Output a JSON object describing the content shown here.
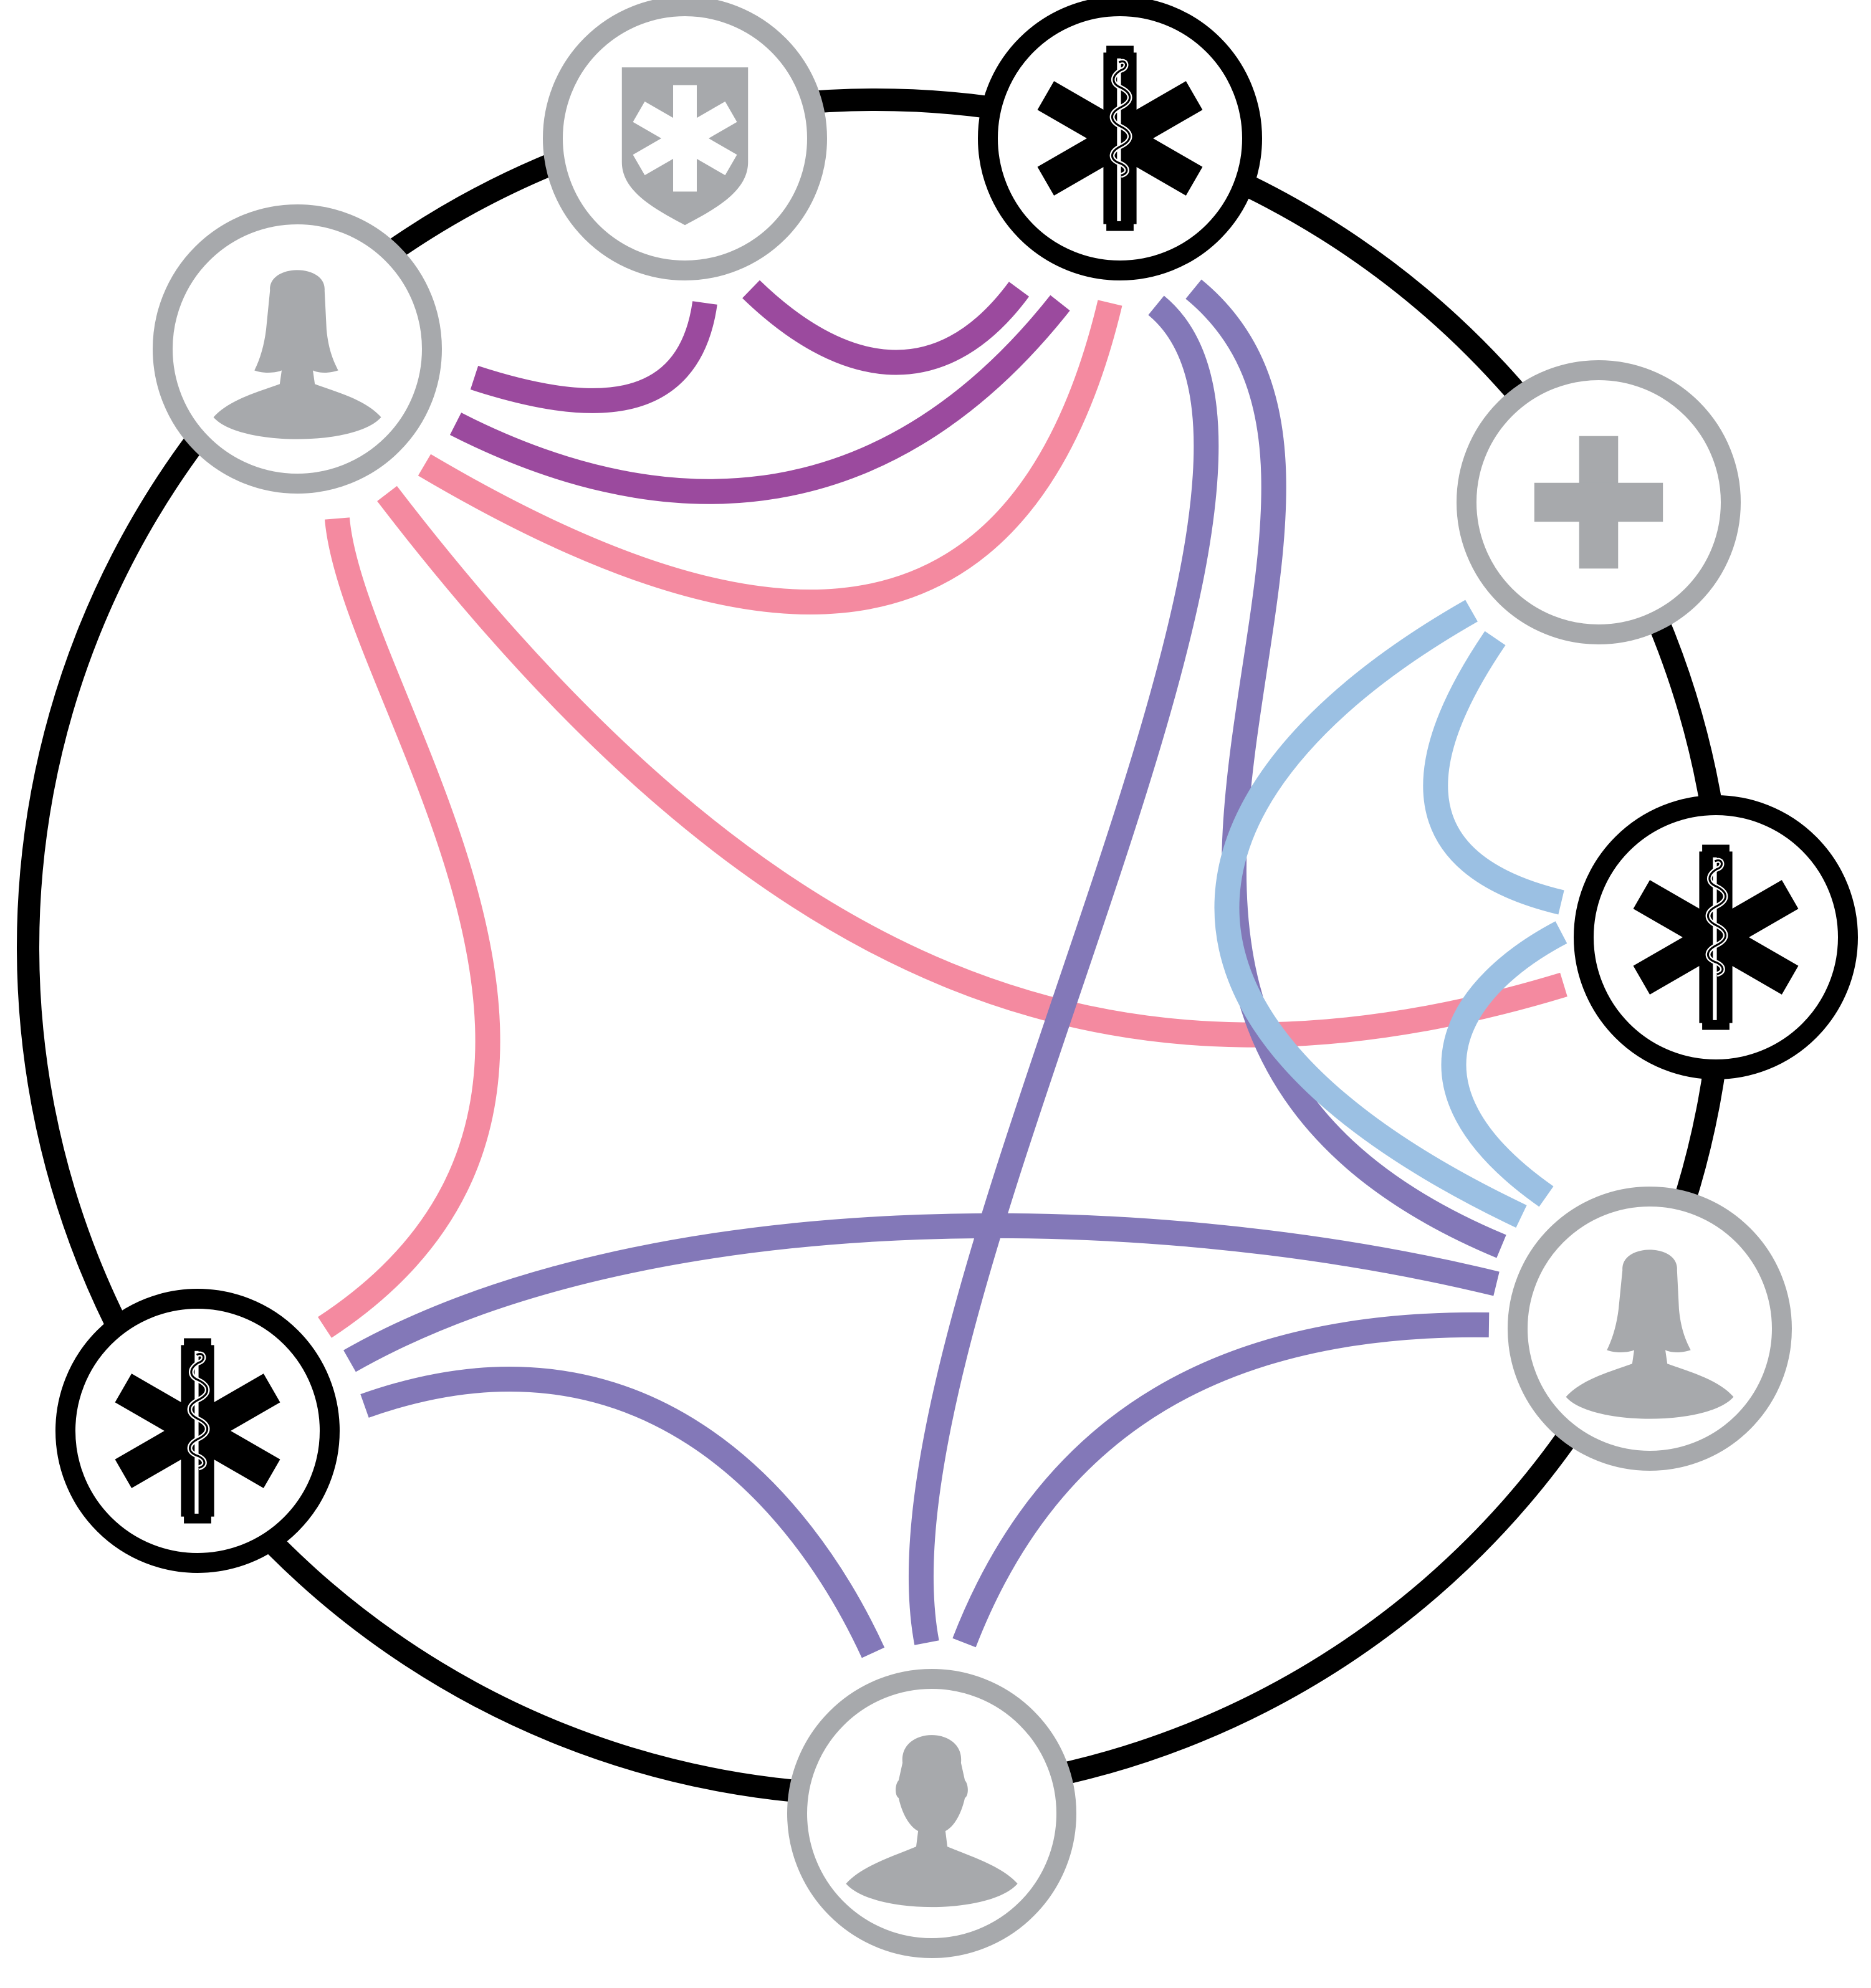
{
  "colors": {
    "ring": "#000000",
    "icon_gray": "#a7a9ac",
    "icon_black": "#000000",
    "edge_purple": "#9b4a9e",
    "edge_pink": "#f48aa0",
    "edge_violet": "#8378b8",
    "edge_blue": "#9bc0e3"
  },
  "nodes": [
    {
      "id": "person-female-top-left",
      "icon": "person-female-icon",
      "style": "gray"
    },
    {
      "id": "security-shield-star",
      "icon": "shield-star-of-life-icon",
      "style": "gray"
    },
    {
      "id": "ems-star-top",
      "icon": "star-of-life-icon",
      "style": "black"
    },
    {
      "id": "medical-cross",
      "icon": "medical-cross-icon",
      "style": "gray"
    },
    {
      "id": "ems-star-right",
      "icon": "star-of-life-icon",
      "style": "black"
    },
    {
      "id": "person-female-right",
      "icon": "person-female-icon",
      "style": "gray"
    },
    {
      "id": "person-male-bottom",
      "icon": "person-male-icon",
      "style": "gray"
    },
    {
      "id": "ems-star-left",
      "icon": "star-of-life-icon",
      "style": "black"
    }
  ],
  "edges": [
    {
      "from": "person-female-top-left",
      "to": "security-shield-star",
      "color": "edge_purple"
    },
    {
      "from": "security-shield-star",
      "to": "ems-star-top",
      "color": "edge_purple"
    },
    {
      "from": "person-female-top-left",
      "to": "ems-star-top",
      "color": "edge_purple"
    },
    {
      "from": "person-female-top-left",
      "to": "ems-star-top",
      "color": "edge_pink"
    },
    {
      "from": "person-female-top-left",
      "to": "ems-star-right",
      "color": "edge_pink"
    },
    {
      "from": "person-female-top-left",
      "to": "ems-star-left",
      "color": "edge_pink"
    },
    {
      "from": "ems-star-top",
      "to": "person-male-bottom",
      "color": "edge_violet"
    },
    {
      "from": "ems-star-top",
      "to": "person-female-right",
      "color": "edge_violet"
    },
    {
      "from": "medical-cross",
      "to": "ems-star-right",
      "color": "edge_blue"
    },
    {
      "from": "medical-cross",
      "to": "person-female-right",
      "color": "edge_blue"
    },
    {
      "from": "ems-star-right",
      "to": "person-female-right",
      "color": "edge_blue"
    },
    {
      "from": "ems-star-left",
      "to": "person-female-right",
      "color": "edge_violet"
    },
    {
      "from": "ems-star-left",
      "to": "person-male-bottom",
      "color": "edge_violet"
    },
    {
      "from": "person-male-bottom",
      "to": "person-female-right",
      "color": "edge_violet"
    }
  ]
}
